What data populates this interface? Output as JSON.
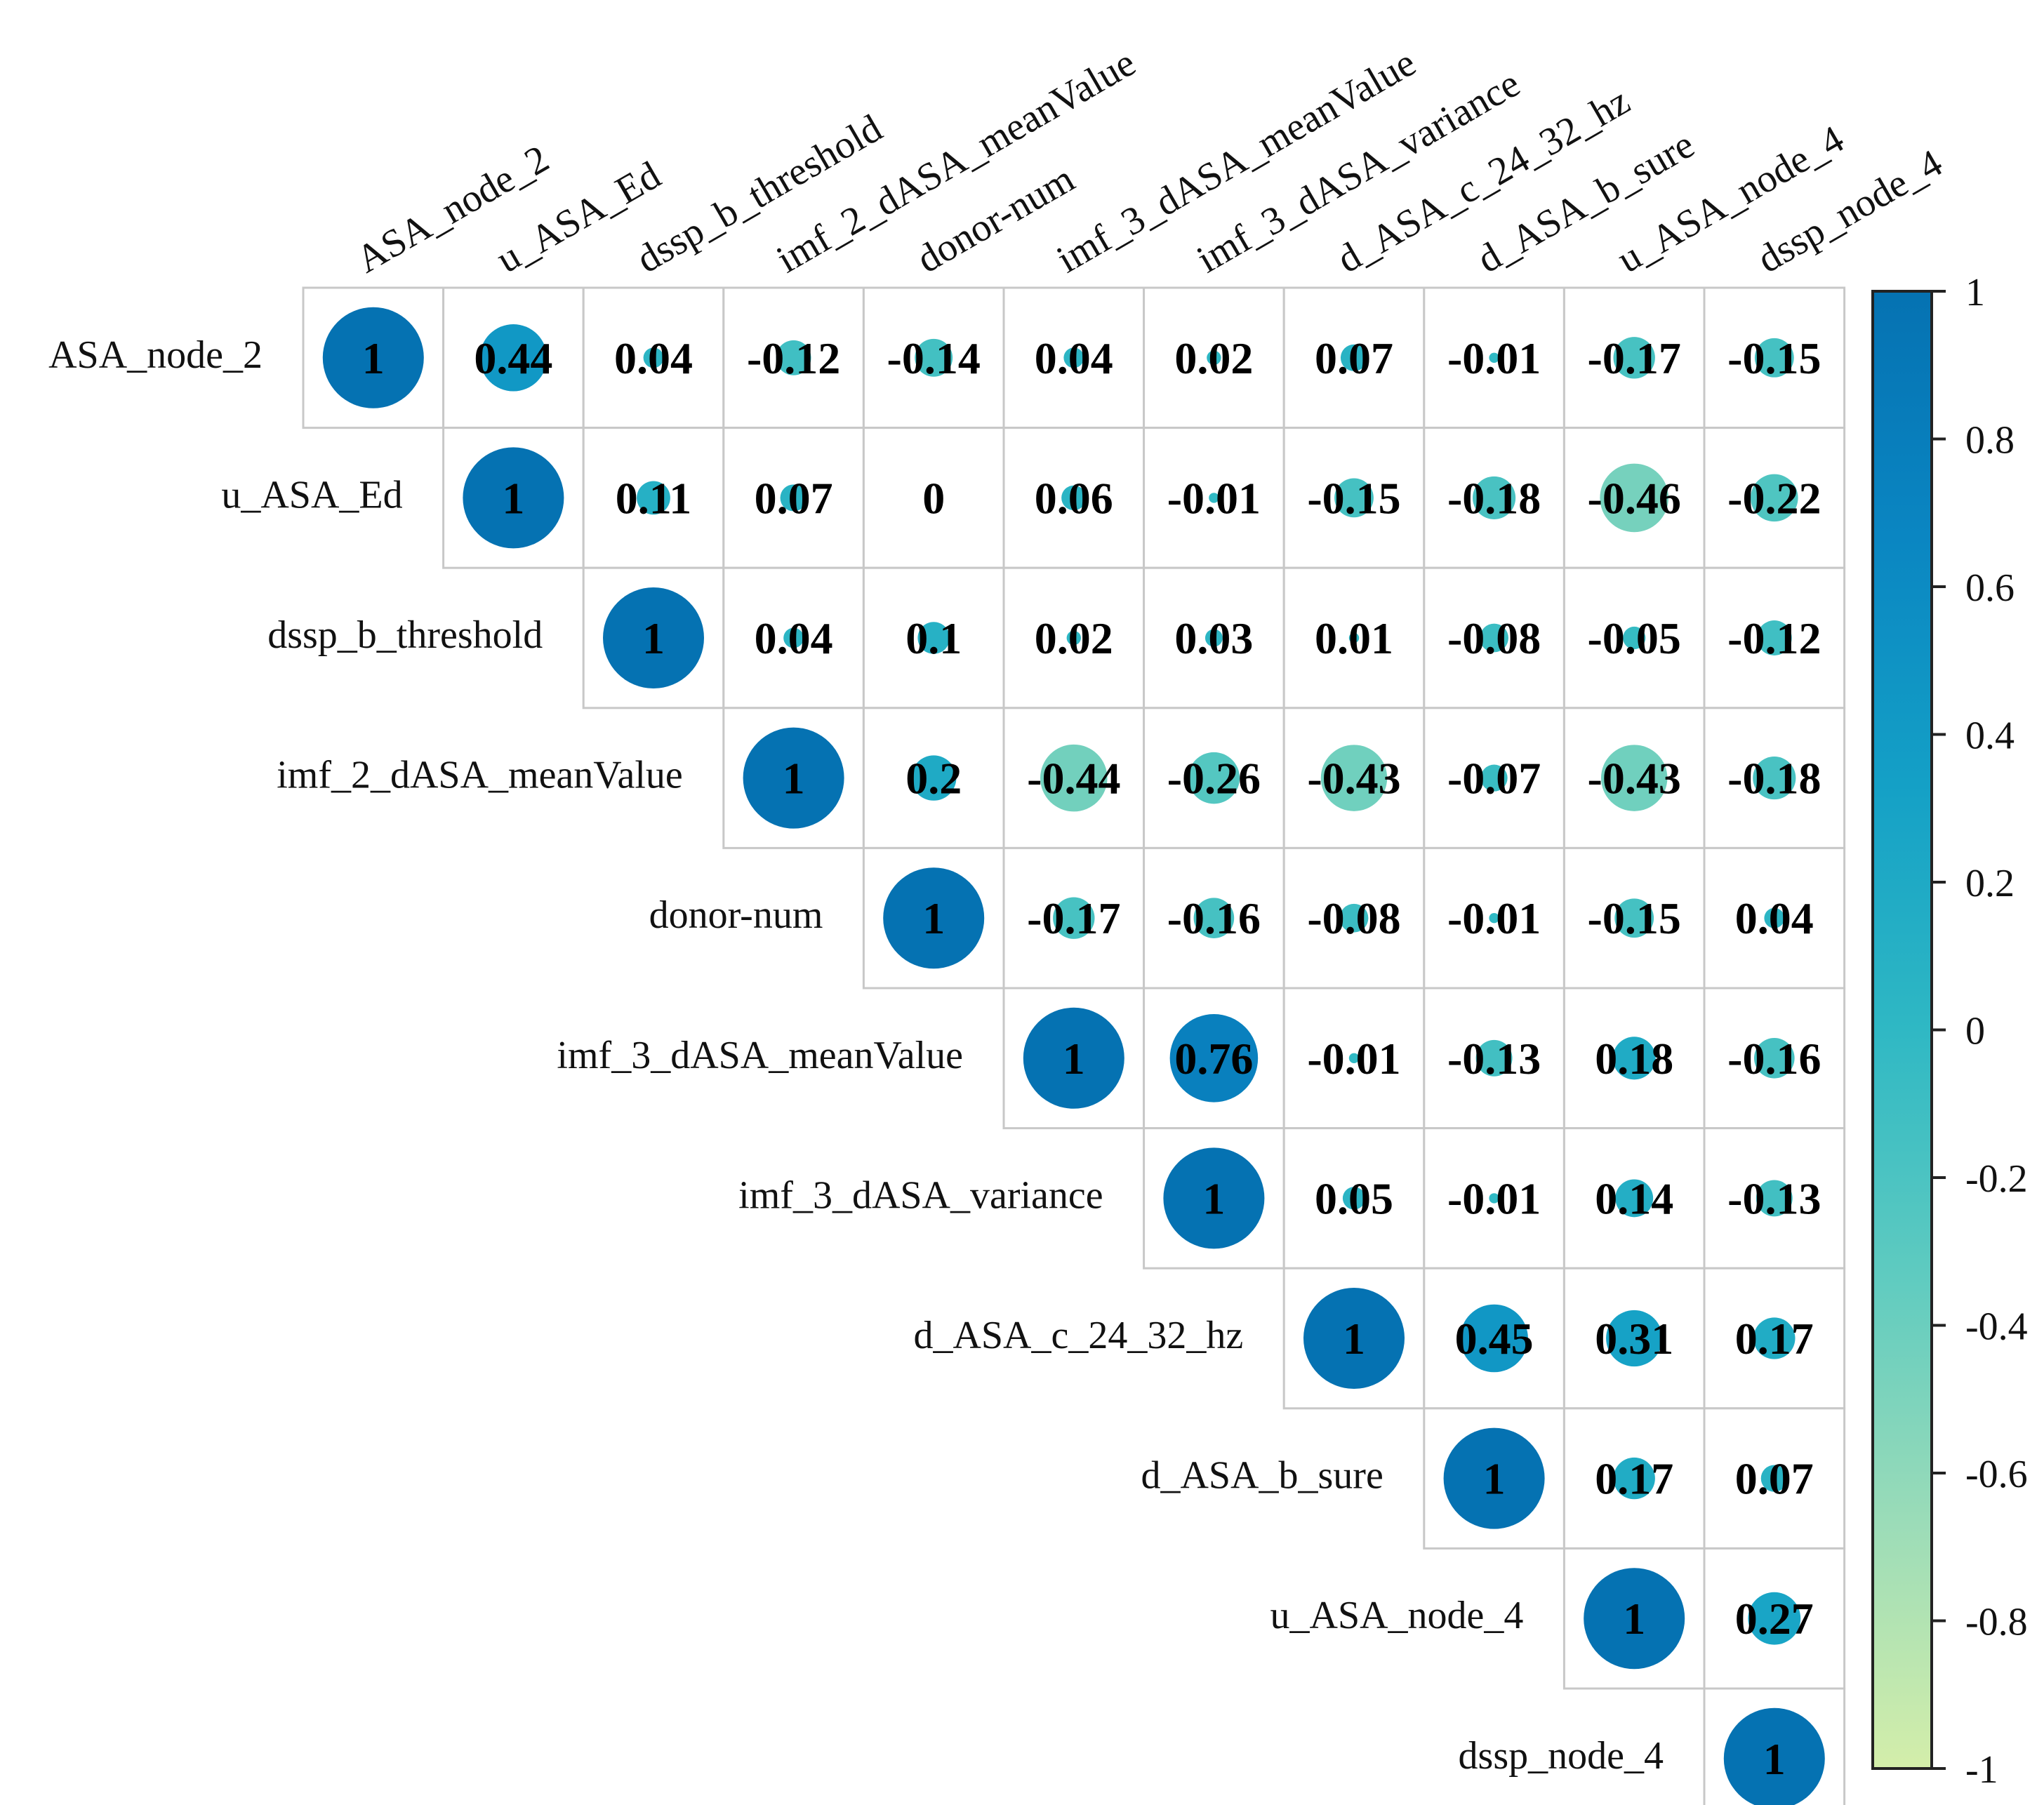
{
  "chart_data": {
    "type": "heatmap",
    "variables": [
      "ASA_node_2",
      "u_ASA_Ed",
      "dssp_b_threshold",
      "imf_2_dASA_meanValue",
      "donor-num",
      "imf_3_dASA_meanValue",
      "imf_3_dASA_variance",
      "d_ASA_c_24_32_hz",
      "d_ASA_b_sure",
      "u_ASA_node_4",
      "dssp_node_4"
    ],
    "matrix_upper": [
      [
        "1",
        "0.44",
        "0.04",
        "-0.12",
        "-0.14",
        "0.04",
        "0.02",
        "0.07",
        "-0.01",
        "-0.17",
        "-0.15"
      ],
      [
        "1",
        "0.11",
        "0.07",
        "0",
        "0.06",
        "-0.01",
        "-0.15",
        "-0.18",
        "-0.46",
        "-0.22"
      ],
      [
        "1",
        "0.04",
        "0.1",
        "0.02",
        "0.03",
        "0.01",
        "-0.08",
        "-0.05",
        "-0.12"
      ],
      [
        "1",
        "0.2",
        "-0.44",
        "-0.26",
        "-0.43",
        "-0.07",
        "-0.43",
        "-0.18"
      ],
      [
        "1",
        "-0.17",
        "-0.16",
        "-0.08",
        "-0.01",
        "-0.15",
        "0.04"
      ],
      [
        "1",
        "0.76",
        "-0.01",
        "-0.13",
        "0.18",
        "-0.16"
      ],
      [
        "1",
        "0.05",
        "-0.01",
        "0.14",
        "-0.13"
      ],
      [
        "1",
        "0.45",
        "0.31",
        "0.17"
      ],
      [
        "1",
        "0.17",
        "0.07"
      ],
      [
        "1",
        "0.27"
      ],
      [
        "1"
      ]
    ],
    "colorbar": {
      "range": [
        -1,
        1
      ],
      "ticks": [
        "1",
        "0.8",
        "0.6",
        "0.4",
        "0.2",
        "0",
        "-0.2",
        "-0.4",
        "-0.6",
        "-0.8",
        "-1"
      ],
      "colors": [
        "#d4eeaa",
        "#9bdcb8",
        "#5fcbc0",
        "#2fb8c4",
        "#14a0c6",
        "#0a86c2",
        "#0572b2"
      ]
    },
    "title": "",
    "xlabel": "",
    "ylabel": ""
  }
}
